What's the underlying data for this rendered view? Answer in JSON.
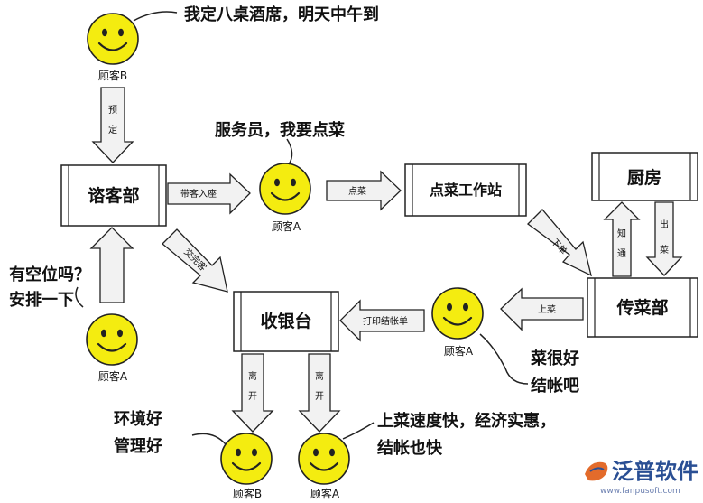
{
  "boxes": {
    "reception": "谘客部",
    "order_station": "点菜工作站",
    "kitchen": "厨房",
    "serving": "传菜部",
    "cashier": "收银台"
  },
  "faces": {
    "top": "顾客B",
    "middle": "顾客A",
    "bottom_left": "顾客A",
    "right": "顾客A",
    "bottom_b": "顾客B",
    "bottom_a": "顾客A"
  },
  "arrows": {
    "reserve": "预定",
    "lead_seat": "带客入座",
    "order": "点菜",
    "serve_up": "上菜",
    "notify": "知通",
    "out_dish": "出菜",
    "down_dish": "下单",
    "handover": "交完客",
    "print_bill": "打印结帐单",
    "leave_left": "离开",
    "leave_right": "离开"
  },
  "speech": {
    "top_line": "我定八桌酒席，明天中午到",
    "waiter_line": "服务员，我要点菜",
    "seat_line1": "有空位吗？",
    "seat_line2": "安排一下",
    "right_line1": "菜很好",
    "right_line2": "结帐吧",
    "bottom_left_line1": "环境好",
    "bottom_left_line2": "管理好",
    "bottom_right_line1": "上菜速度快，经济实惠，",
    "bottom_right_line2": "结帐也快"
  },
  "logo": {
    "name": "泛普软件",
    "url": "www.fanpusoft.com"
  },
  "colors": {
    "face": "#f4ec10",
    "arrow_fill": "#f2f2f2",
    "line": "#222222",
    "logo": "#2a4f94"
  }
}
